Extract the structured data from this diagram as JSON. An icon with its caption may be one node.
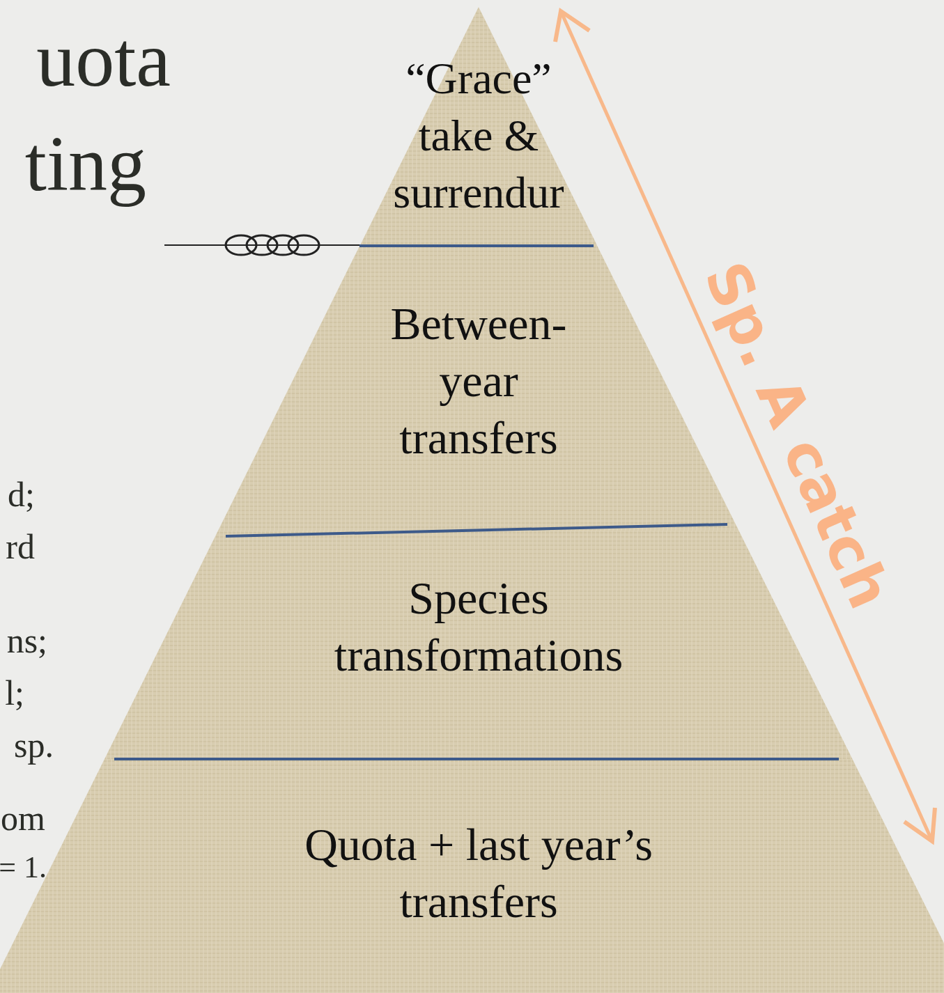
{
  "diagram": {
    "nodes": [
      {
        "text": [
          "“Grace” take & surrendur"
        ]
      },
      {
        "text": [
          "Between-year transfers"
        ]
      },
      {
        "text": [
          "Species transformations"
        ]
      },
      {
        "text": [
          "Quota + last year’s transfers"
        ]
      }
    ],
    "labels": [
      "uota",
      "ting",
      "d;",
      "rd",
      "ns;",
      "l;",
      "sp.",
      "om",
      "= 1.",
      "Sp. A catch"
    ]
  }
}
